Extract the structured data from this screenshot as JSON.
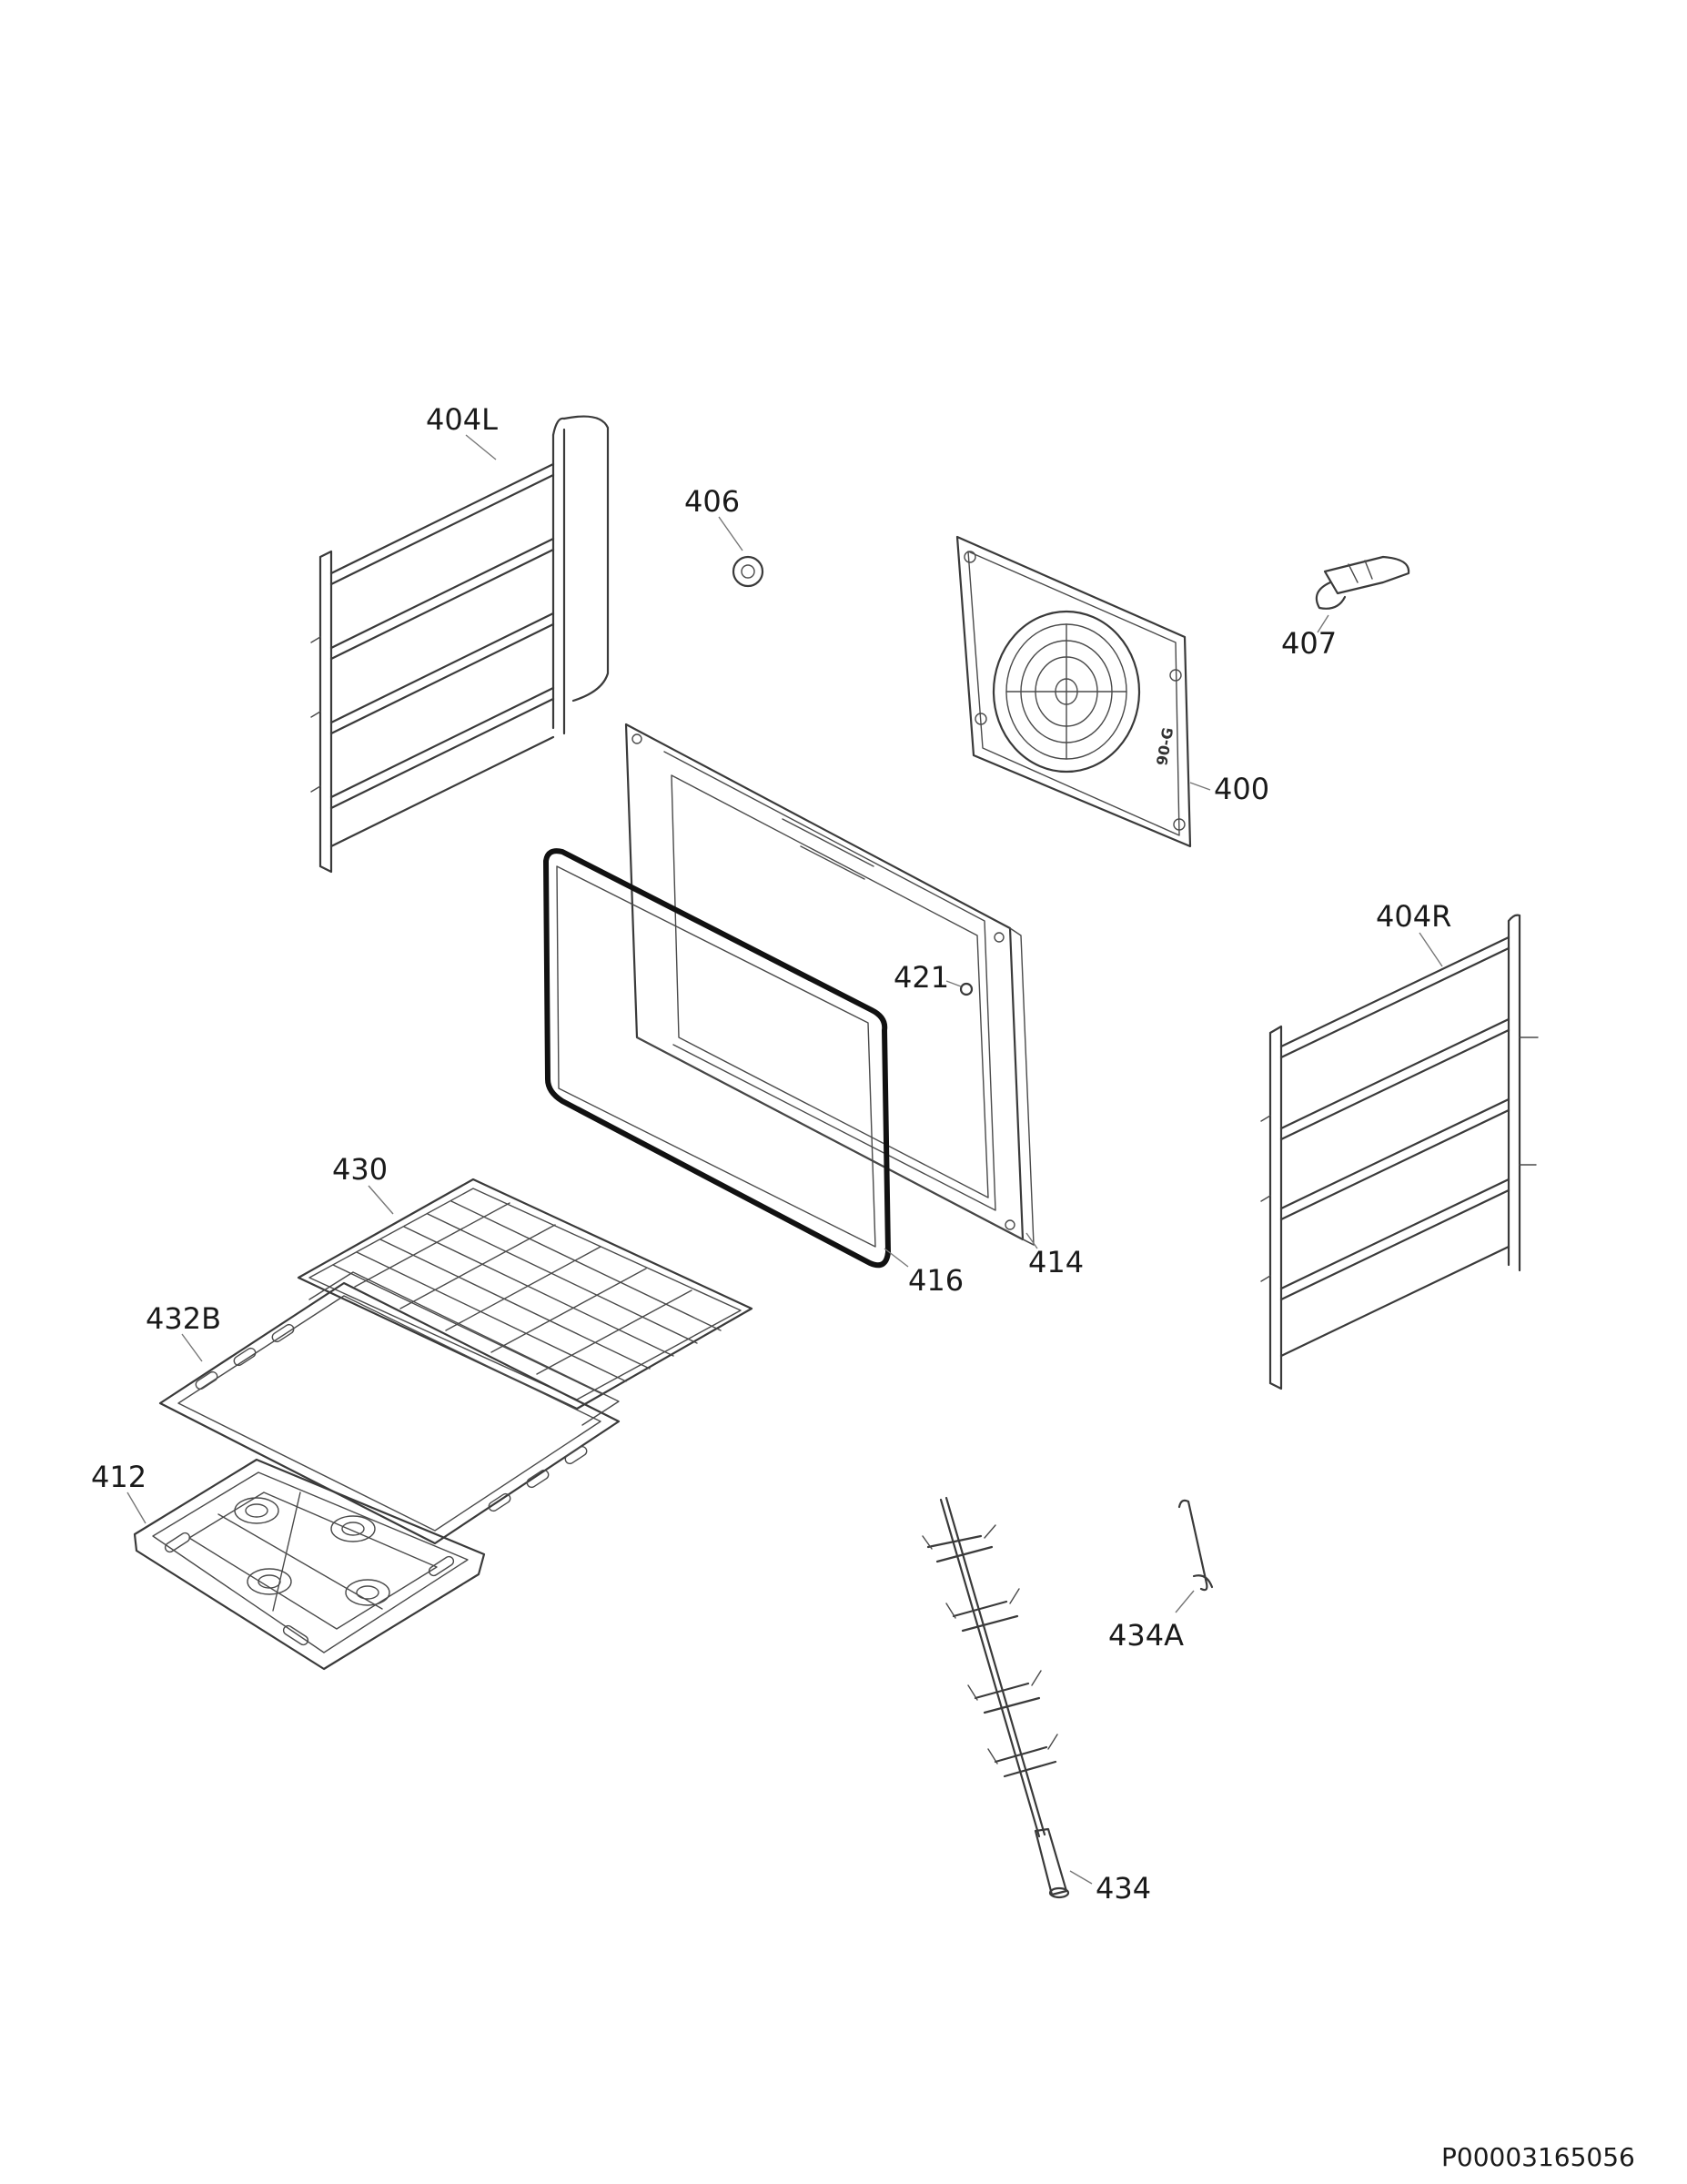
{
  "labels": {
    "p404L": "404L",
    "p406": "406",
    "p407": "407",
    "p400": "400",
    "p404R": "404R",
    "p421": "421",
    "p430": "430",
    "p416": "416",
    "p414": "414",
    "p432B": "432B",
    "p412": "412",
    "p434A": "434A",
    "p434": "434"
  },
  "fan_cover_stamp": "90-G",
  "document_code": "P00003165056"
}
